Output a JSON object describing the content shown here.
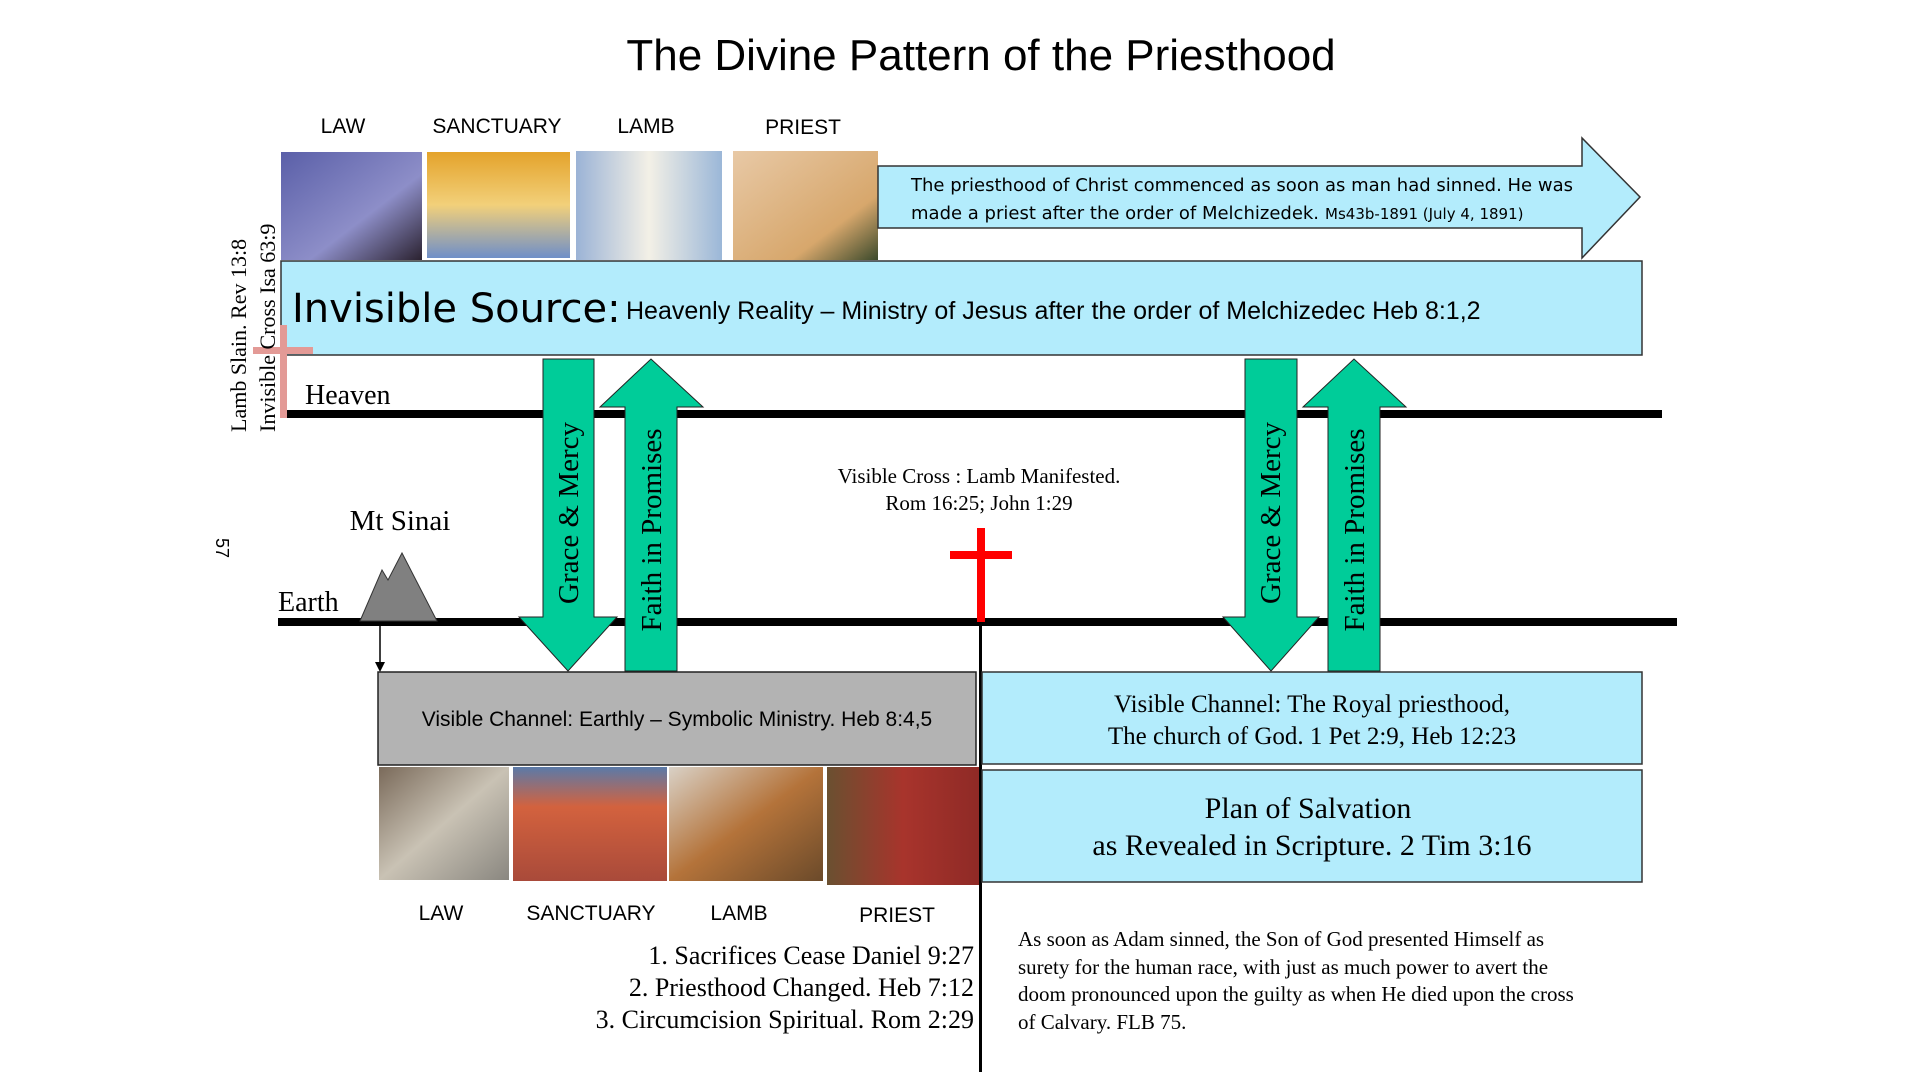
{
  "title": "The Divine Pattern of the Priesthood",
  "colors": {
    "light_blue": "#b3ecfc",
    "green": "#00cc99",
    "gray_box": "#b3b3b3",
    "red_cross": "#ff0000",
    "pink_cross": "#e39a96",
    "mountain": "#808080"
  },
  "top_labels": [
    "LAW",
    "SANCTUARY",
    "LAMB",
    "PRIEST"
  ],
  "top_images": [
    "law-sinai-image",
    "heavenly-sanctuary-image",
    "jesus-lamb-image",
    "priest-melchizedek-image"
  ],
  "priesthood_arrow": {
    "line1": "The priesthood of Christ commenced as soon as man had sinned. He was",
    "line2": "made a priest after the order of Melchizedek.",
    "citation": "Ms43b-1891 (July 4, 1891)"
  },
  "invisible_source": {
    "heading": "Invisible Source:",
    "text": "Heavenly Reality –  Ministry of Jesus after the order of Melchizedec  Heb 8:1,2"
  },
  "side_labels": {
    "lamb_slain": "Lamb Slain. Rev 13:8",
    "invisible_cross": "Invisible Cross Isa 63:9",
    "page_number": "57"
  },
  "heaven_label": "Heaven",
  "earth_label": "Earth",
  "mt_sinai_label": "Mt Sinai",
  "arrows": {
    "grace": "Grace & Mercy",
    "faith": "Faith in Promises"
  },
  "visible_cross": {
    "line1": "Visible Cross : Lamb Manifested.",
    "line2": "Rom 16:25; John 1:29"
  },
  "earthly_channel": "Visible Channel: Earthly – Symbolic Ministry. Heb 8:4,5",
  "royal_channel": {
    "line1": "Visible Channel: The Royal priesthood,",
    "line2": "The church of God.  1 Pet 2:9, Heb 12:23"
  },
  "plan_of_salvation": {
    "line1": "Plan of Salvation",
    "line2": "as Revealed in Scripture. 2 Tim 3:16"
  },
  "bottom_labels": [
    "LAW",
    "SANCTUARY",
    "LAMB",
    "PRIEST"
  ],
  "bottom_images": [
    "ark-tablets-image",
    "camp-tabernacle-image",
    "sacrifice-lamb-image",
    "high-priest-image"
  ],
  "changes": [
    "1. Sacrifices Cease Daniel 9:27",
    "2. Priesthood Changed. Heb 7:12",
    "3. Circumcision Spiritual. Rom 2:29"
  ],
  "quote": [
    "As soon as Adam sinned, the Son of God presented Himself as",
    "surety for the human race, with just as much power to avert the",
    "doom pronounced upon the guilty as when He died upon the cross",
    "of Calvary. FLB 75."
  ]
}
